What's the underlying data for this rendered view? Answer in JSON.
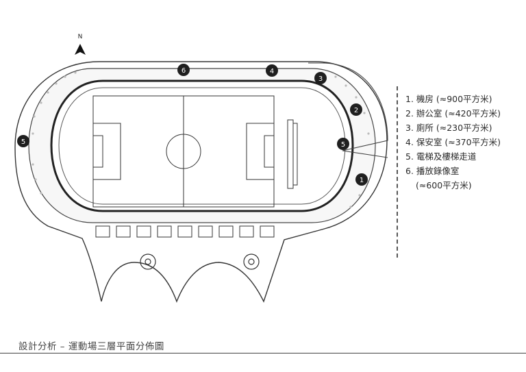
{
  "north_label": "N",
  "legend": [
    "1. 機房 (≈900平方米)",
    "2. 辦公室 (≈420平方米)",
    "3. 廁所     (≈230平方米)",
    "4. 保安室 (≈370平方米)",
    "5. 電梯及樓梯走道",
    "6. 播放錄像室"
  ],
  "legend_cont": "(≈600平方米)",
  "markers": [
    "1",
    "2",
    "3",
    "4",
    "5",
    "5",
    "6"
  ],
  "caption": "設計分析 – 運動場三層平面分佈圖",
  "colors": {
    "ink": "#222222",
    "marker_fill": "#1f1f1f",
    "marker_text": "#ffffff"
  }
}
